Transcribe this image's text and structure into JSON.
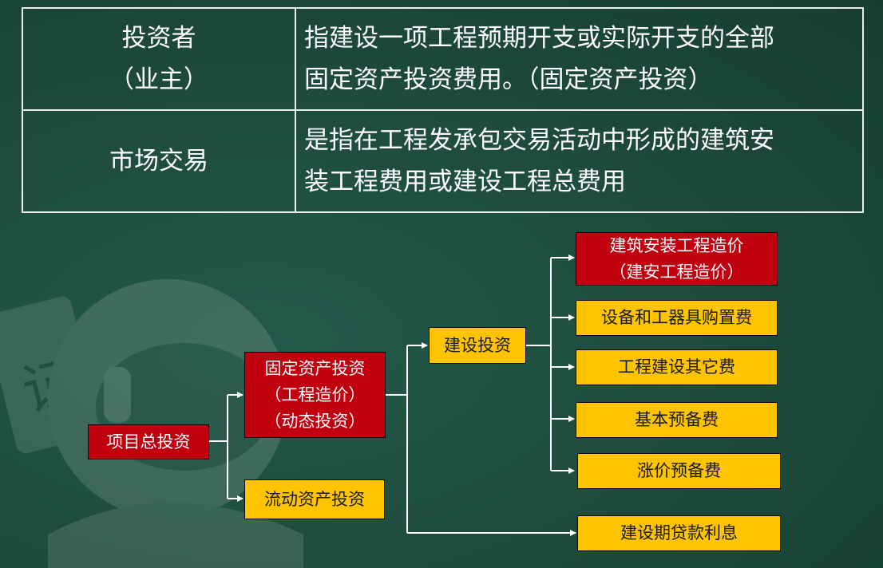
{
  "definitions": [
    {
      "term_lines": [
        "投资者",
        "（业主）"
      ],
      "desc_lines": [
        "指建设一项工程预期开支或实际开支的全部",
        "固定资产投资费用。（固定资产投资）"
      ]
    },
    {
      "term_lines": [
        "市场交易"
      ],
      "desc_lines": [
        "是指在工程发承包交易活动中形成的建筑安",
        "装工程费用或建设工程总费用"
      ]
    }
  ],
  "tree": {
    "root": {
      "label": "项目总投资",
      "color": "#c1000f"
    },
    "fixed_assets": {
      "lines": [
        "固定资产投资",
        "（工程造价）",
        "（动态投资）"
      ],
      "color": "#c1000f"
    },
    "working_capital": {
      "label": "流动资产投资",
      "color": "#fec400"
    },
    "construction_investment": {
      "label": "建设投资",
      "color": "#fec400"
    },
    "construction_items": [
      {
        "lines": [
          "建筑安装工程造价",
          "（建安工程造价）"
        ],
        "color": "#c1000f"
      },
      {
        "lines": [
          "设备和工器具购置费"
        ],
        "color": "#fec400"
      },
      {
        "lines": [
          "工程建设其它费"
        ],
        "color": "#fec400"
      },
      {
        "lines": [
          "基本预备费"
        ],
        "color": "#fec400"
      },
      {
        "lines": [
          "涨价预备费"
        ],
        "color": "#fec400"
      }
    ],
    "loan_interest": {
      "label": "建设期贷款利息",
      "color": "#fec400"
    }
  },
  "colors": {
    "background": "#1d4a3c",
    "line": "#ffffff",
    "red_box": "#c1000f",
    "yellow_box": "#fec400"
  },
  "decorations": {
    "mascot_badge_text": "证"
  }
}
